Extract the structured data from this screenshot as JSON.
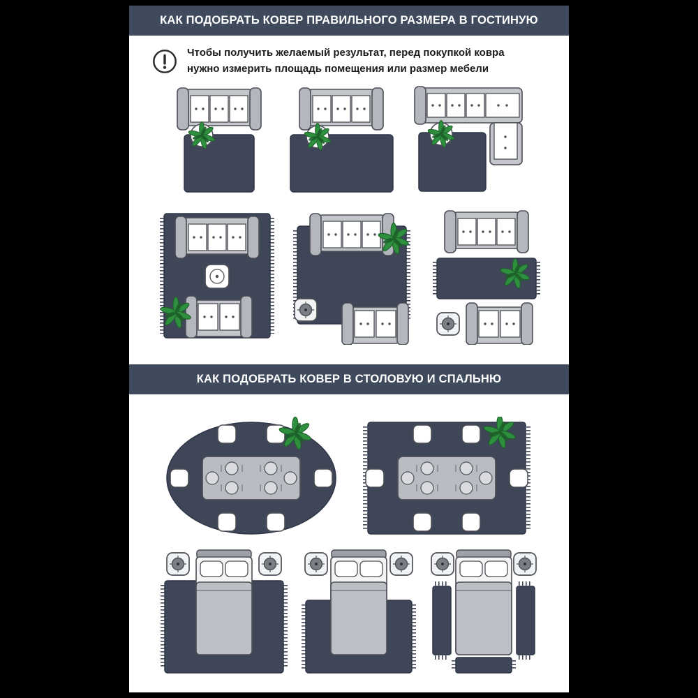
{
  "page": {
    "background": "#000000",
    "card_background": "#ffffff"
  },
  "colors": {
    "header_background": "#3f4a5c",
    "header_text": "#ffffff",
    "rug": "#3e4658",
    "rug_border": "#2d3547",
    "furniture_gray": "#c3c6cb",
    "furniture_gray_dark": "#b4b7bd",
    "cushion_white": "#ffffff",
    "outline": "#4c4f55",
    "plant_green": "#2e8f3e",
    "plant_green_dark": "#1d6129"
  },
  "section_living_room": {
    "title": "КАК ПОДОБРАТЬ КОВЕР ПРАВИЛЬНОГО РАЗМЕРА В ГОСТИНУЮ",
    "warning": {
      "icon": "exclamation-circle-icon",
      "line1": "Чтобы получить желаемый результат, перед покупкой ковра",
      "line2": "нужно измерить площадь помещения или размер мебели"
    },
    "diagrams": [
      {
        "name": "sofa-with-small-rug"
      },
      {
        "name": "sofa-with-full-width-rug"
      },
      {
        "name": "corner-sofa-with-rug"
      },
      {
        "name": "two-sofas-large-rug-coffee-table"
      },
      {
        "name": "sofas-side-table-rug-partial"
      },
      {
        "name": "sofa-with-rug-in-front"
      }
    ]
  },
  "section_dining_bedroom": {
    "title": "КАК ПОДОБРАТЬ КОВЕР В СТОЛОВУЮ И СПАЛЬНЮ",
    "diagrams": [
      {
        "name": "dining-table-oval-rug"
      },
      {
        "name": "dining-table-rect-rug"
      },
      {
        "name": "bed-full-rug"
      },
      {
        "name": "bed-partial-rug"
      },
      {
        "name": "bed-side-runner-rugs"
      }
    ]
  }
}
